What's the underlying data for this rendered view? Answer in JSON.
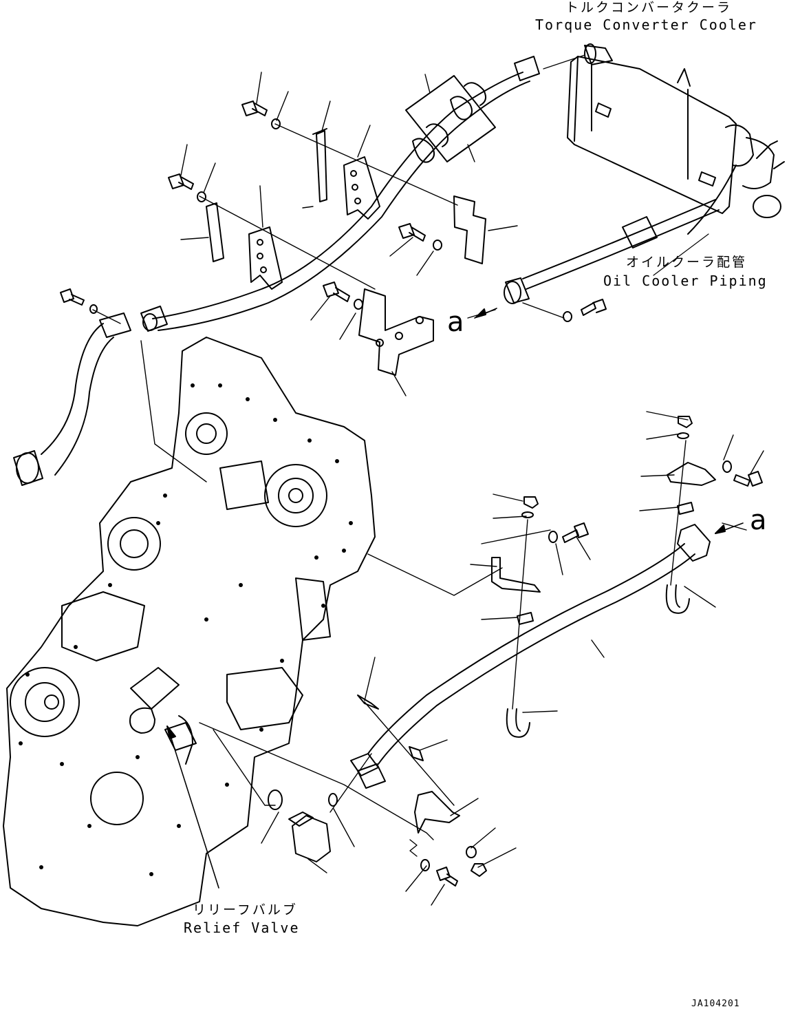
{
  "labels": {
    "torque_converter_cooler_ja": "トルクコンバータクーラ",
    "torque_converter_cooler_en": "Torque Converter Cooler",
    "oil_cooler_piping_ja": "オイルクーラ配管",
    "oil_cooler_piping_en": "Oil Cooler Piping",
    "relief_valve_ja": "リリーフバルブ",
    "relief_valve_en": "Relief Valve",
    "ref_a_top": "a",
    "ref_a_right": "a",
    "drawing_code": "JA104201"
  },
  "colors": {
    "line": "#000000",
    "background": "#ffffff"
  }
}
